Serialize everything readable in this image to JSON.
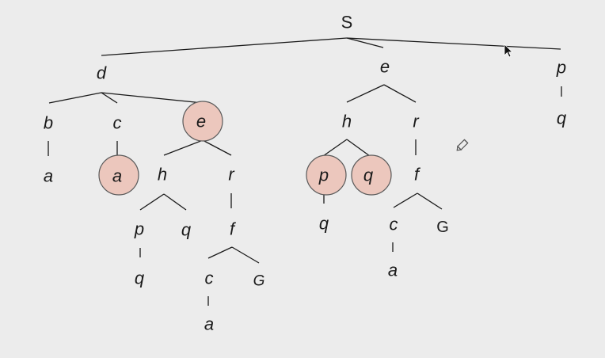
{
  "colors": {
    "background": "#ececec",
    "highlight_fill": "#ecc7bd",
    "ink": "#1a1a1a"
  },
  "tree": {
    "root": "S",
    "nodes": {
      "S": "S",
      "d": "d",
      "e_top": "e",
      "p_top": "p",
      "q_under_p": "q",
      "b": "b",
      "c1": "c",
      "e_hl": "e",
      "a_under_b": "a",
      "a_hl": "a",
      "h1": "h",
      "r1": "r",
      "p1": "p",
      "q1": "q",
      "q_under_p1": "q",
      "f1": "f",
      "c2": "c",
      "G1": "G",
      "a_under_c2": "a",
      "h2": "h",
      "r2": "r",
      "p_hl": "p",
      "q_hl": "q",
      "q_under_p_hl": "q",
      "f2": "f",
      "c3": "c",
      "G2": "G",
      "a_under_c3": "a"
    },
    "highlighted": [
      "e_hl",
      "a_hl",
      "p_hl",
      "q_hl"
    ]
  },
  "icons": {
    "cursor": "mouse-pointer-icon",
    "pencil": "pencil-icon"
  }
}
